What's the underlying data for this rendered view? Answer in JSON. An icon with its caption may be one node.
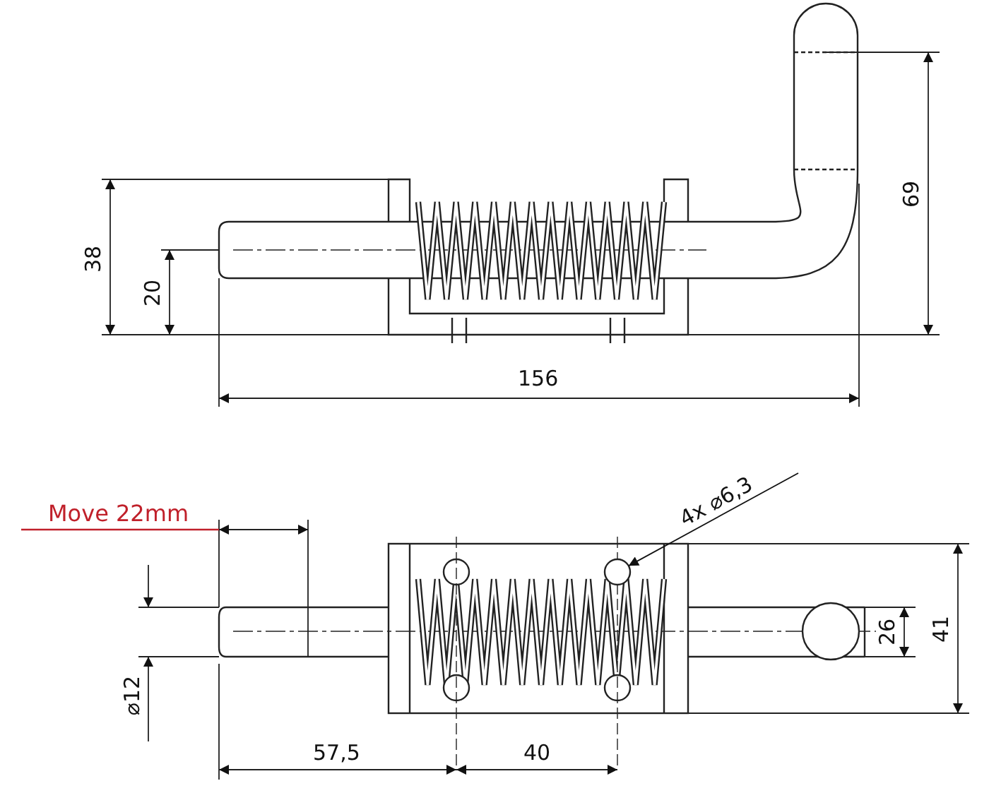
{
  "diagram": {
    "nodes": [
      {
        "text": [
          "4x ⌀6,3"
        ]
      },
      {
        "text": [],
        "shape": "circle"
      }
    ],
    "edges": [
      {
        "from": 0,
        "to": 1,
        "arrow": "to"
      }
    ],
    "labels": [
      "69",
      "38",
      "20",
      "156",
      "Move 22mm",
      "26",
      "41",
      "⌀12",
      "57,5",
      "40"
    ]
  }
}
